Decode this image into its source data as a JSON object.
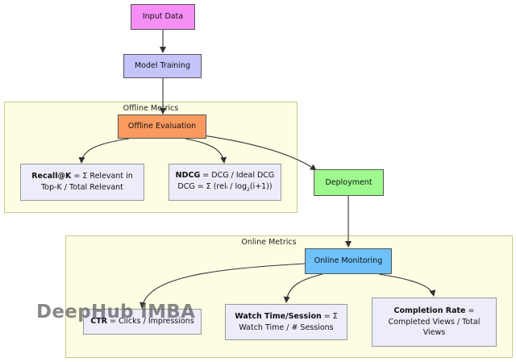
{
  "colors": {
    "input": "#f58ff5",
    "training": "#c4c4fa",
    "offline_eval": "#fb9a5e",
    "deployment": "#9efa8e",
    "online_monitor": "#6fc1fa",
    "metric": "#ededfa",
    "cluster_fill": "#fdfde4"
  },
  "clusters": {
    "offline": "Offline Metrics",
    "online": "Online Metrics"
  },
  "nodes": {
    "input": "Input Data",
    "training": "Model Training",
    "offline_eval": "Offline Evaluation",
    "deployment": "Deployment",
    "online_monitor": "Online Monitoring",
    "recall": {
      "term": "Recall@K",
      "line1": " = Σ Relevant in",
      "line2": "Top-K / Total Relevant"
    },
    "ndcg": {
      "term": "NDCG",
      "line1": " = DCG / Ideal DCG",
      "line2a": "DCG = Σ (relᵢ / log",
      "line2sub": "2",
      "line2b": "(i+1))"
    },
    "ctr": {
      "term": "CTR",
      "line1": " = Clicks / Impressions"
    },
    "watch": {
      "term": "Watch Time/Session",
      "line1": " = Σ",
      "line2": "Watch Time / # Sessions"
    },
    "completion": {
      "term": "Completion Rate",
      "line1": " =",
      "line2": "Completed Views / Total",
      "line3": "Views"
    }
  },
  "watermark": "DeepHub IMBA"
}
